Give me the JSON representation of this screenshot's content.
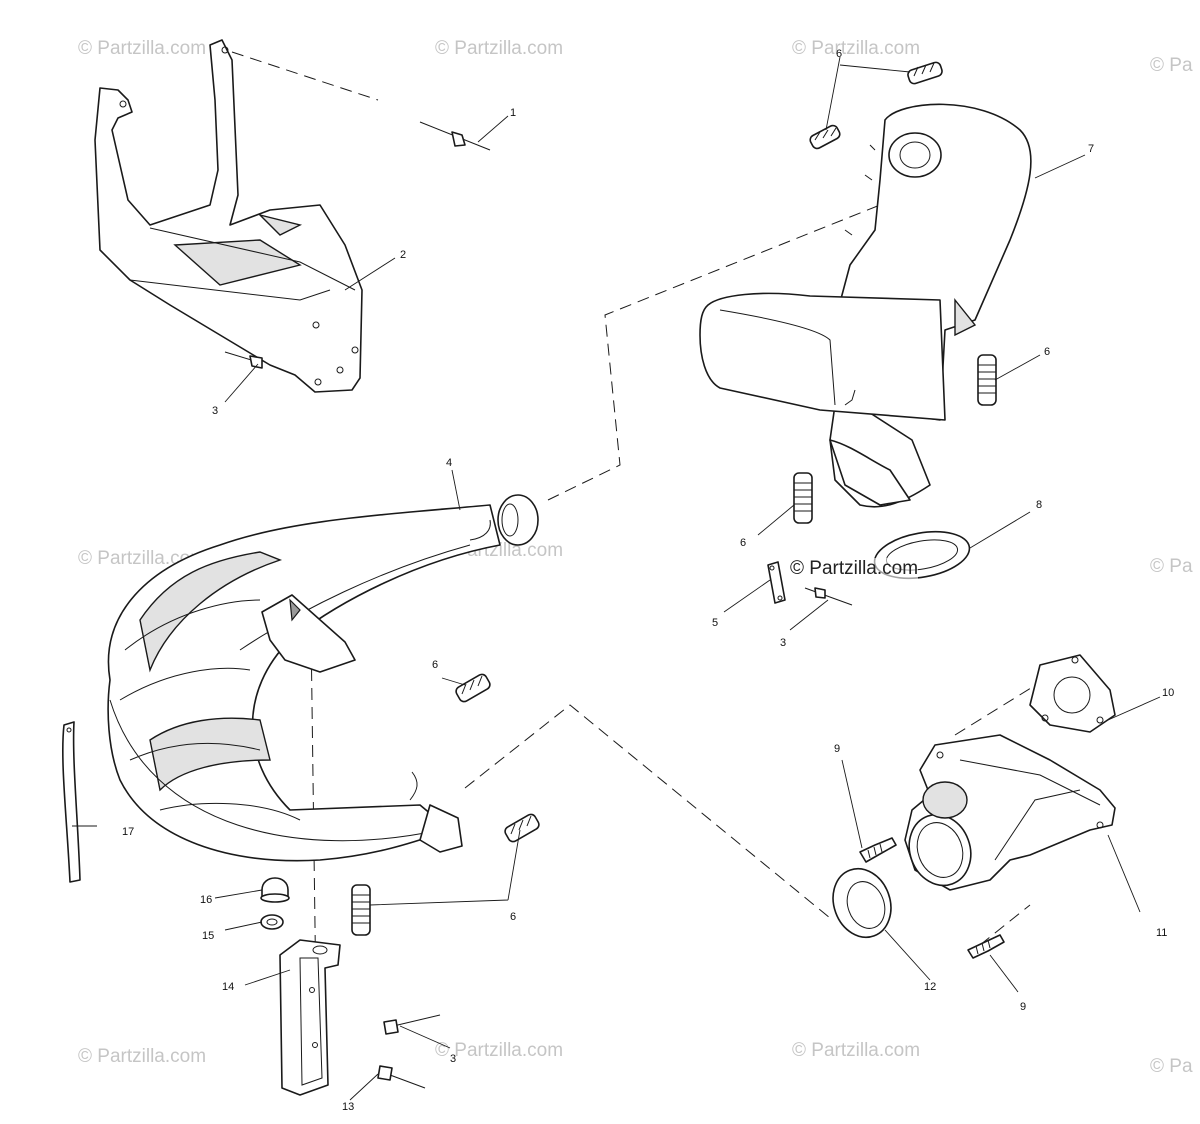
{
  "watermarks": {
    "brand": "© Partzilla.com",
    "brand_truncated": "© Pa",
    "center_brand": "© Partzilla.com"
  },
  "callouts": {
    "c1": "1",
    "c2": "2",
    "c3a": "3",
    "c3b": "3",
    "c3c": "3",
    "c4": "4",
    "c5": "5",
    "c6a": "6",
    "c6b": "6",
    "c6c": "6",
    "c6d": "6",
    "c7": "7",
    "c8": "8",
    "c9a": "9",
    "c9b": "9",
    "c10": "10",
    "c11": "11",
    "c12": "12",
    "c13": "13",
    "c14": "14",
    "c15": "15",
    "c16": "16",
    "c17": "17"
  }
}
